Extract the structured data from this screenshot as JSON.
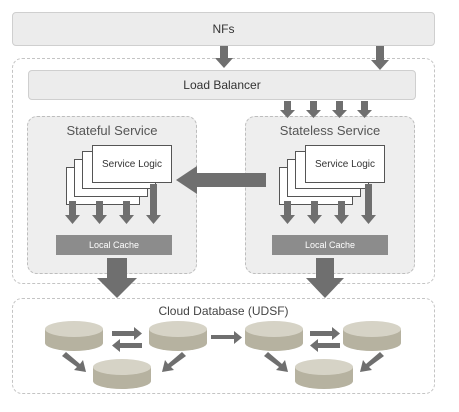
{
  "nfs_label": "NFs",
  "load_balancer_label": "Load Balancer",
  "stateful": {
    "title": "Stateful Service",
    "logic_label": "Service Logic",
    "cache_label": "Local Cache"
  },
  "stateless": {
    "title": "Stateless Service",
    "logic_label": "Service Logic",
    "cache_label": "Local Cache"
  },
  "database_label": "Cloud Database (UDSF)",
  "colors": {
    "arrow": "#6f6f6f",
    "disk_side": "#b6b2a0",
    "disk_top": "#d6d3c6",
    "cache": "#8c8c8c"
  }
}
